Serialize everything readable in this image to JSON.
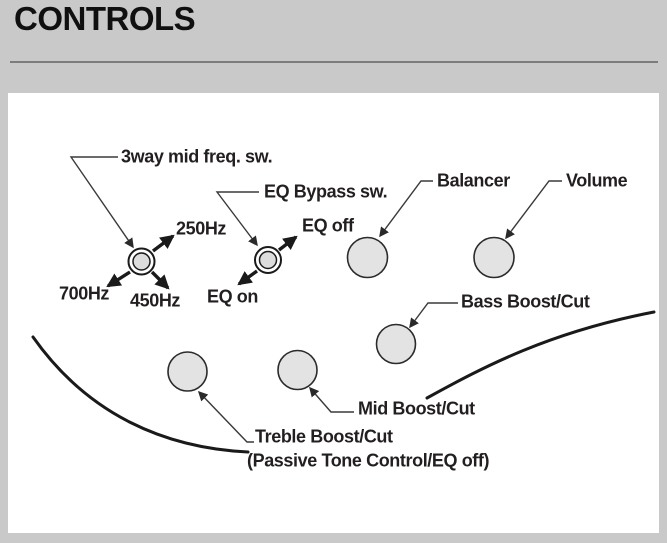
{
  "page": {
    "title": "CONTROLS"
  },
  "colors": {
    "background": "#c9c9c9",
    "panel": "#ffffff",
    "ink": "#231f20",
    "knob_fill": "#e3e3e3",
    "rule": "#7d7d7d"
  },
  "labels": {
    "mid_freq_switch": "3way mid freq. sw.",
    "freq_250": "250Hz",
    "freq_700": "700Hz",
    "freq_450": "450Hz",
    "eq_bypass_switch": "EQ Bypass sw.",
    "eq_off": "EQ off",
    "eq_on": "EQ on",
    "balancer": "Balancer",
    "volume": "Volume",
    "bass": "Bass Boost/Cut",
    "mid": "Mid Boost/Cut",
    "treble": "Treble Boost/Cut",
    "treble_note": "(Passive Tone Control/EQ off)"
  }
}
